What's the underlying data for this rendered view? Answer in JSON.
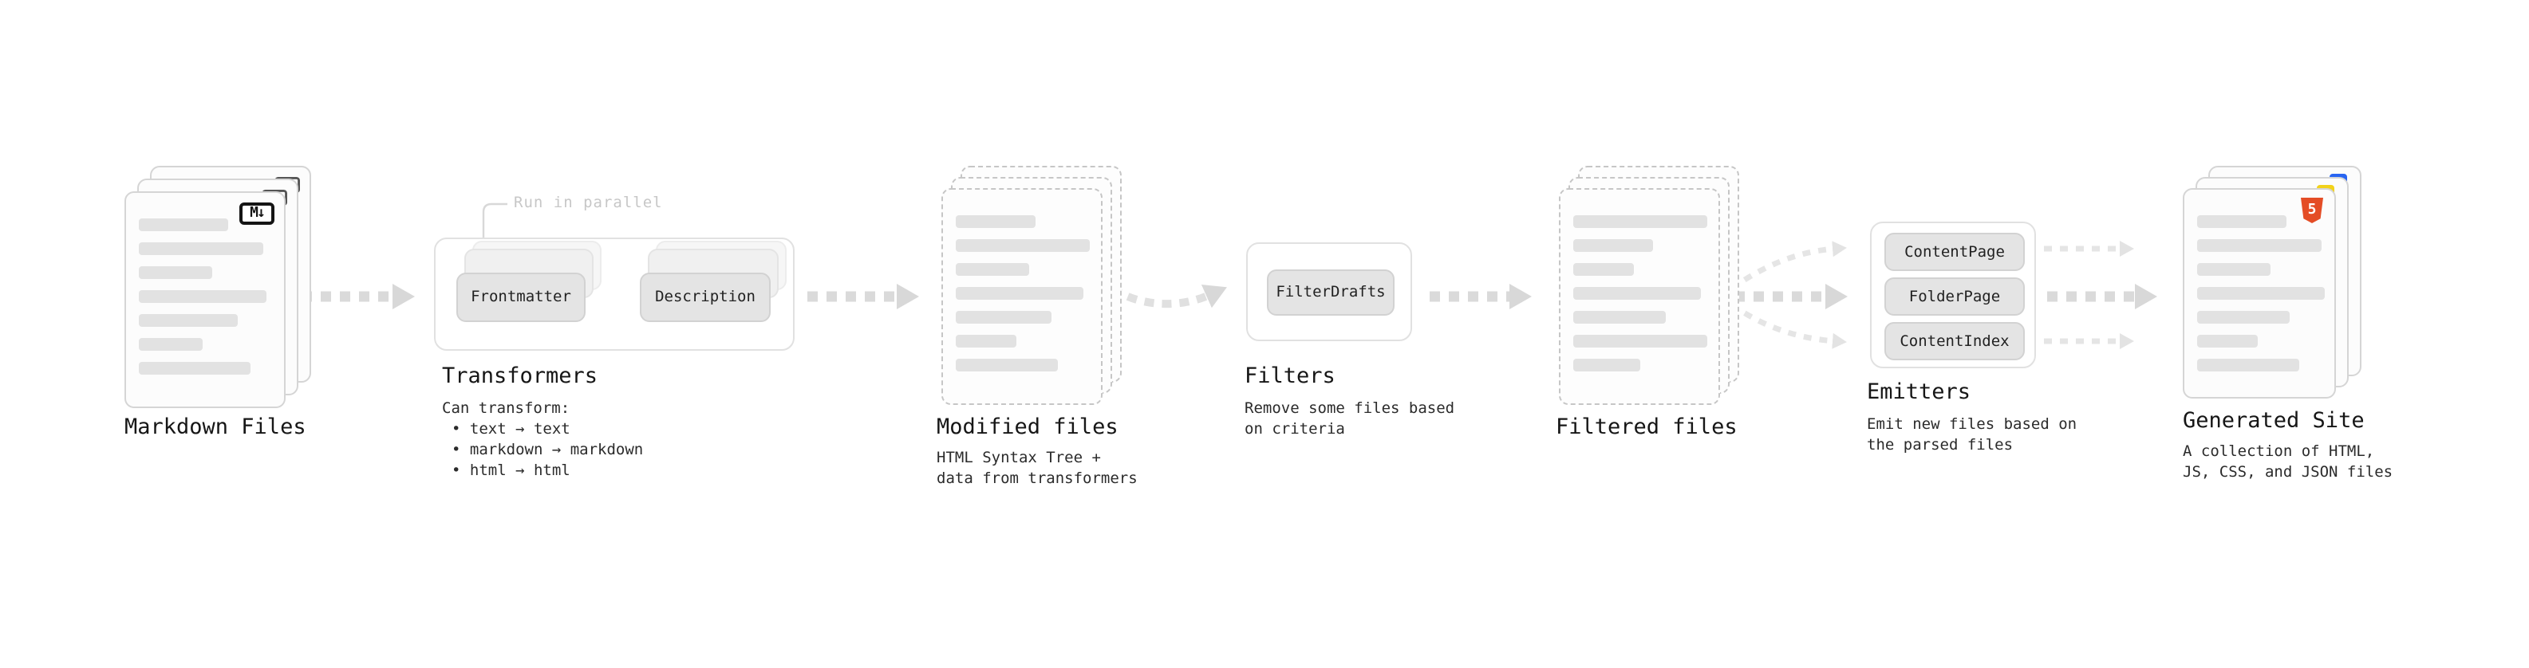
{
  "nodes": {
    "markdown_files": {
      "label": "Markdown Files",
      "badge": "M↓"
    },
    "transformers": {
      "label": "Transformers",
      "annotation": "Run in parallel",
      "buttons": [
        "Frontmatter",
        "Description"
      ],
      "desc_title": "Can transform:",
      "bullets": [
        "• text → text",
        "• markdown → markdown",
        "• html → html"
      ]
    },
    "modified_files": {
      "label": "Modified files",
      "desc_line1": "HTML Syntax Tree +",
      "desc_line2": "data from transformers"
    },
    "filters": {
      "label": "Filters",
      "buttons": [
        "FilterDrafts"
      ],
      "desc_line1": "Remove some files based",
      "desc_line2": "on criteria"
    },
    "filtered_files": {
      "label": "Filtered files"
    },
    "emitters": {
      "label": "Emitters",
      "buttons": [
        "ContentPage",
        "FolderPage",
        "ContentIndex"
      ],
      "desc_line1": "Emit new files based on",
      "desc_line2": "the parsed files"
    },
    "generated_site": {
      "label": "Generated Site",
      "badge": "5",
      "desc_line1": "A collection of HTML,",
      "desc_line2": "JS, CSS, and JSON files"
    }
  },
  "colors": {
    "html5_orange": "#e44d26",
    "css_blue": "#2965f1",
    "js_yellow": "#f2d21b",
    "arrow_gray": "#dadada"
  }
}
